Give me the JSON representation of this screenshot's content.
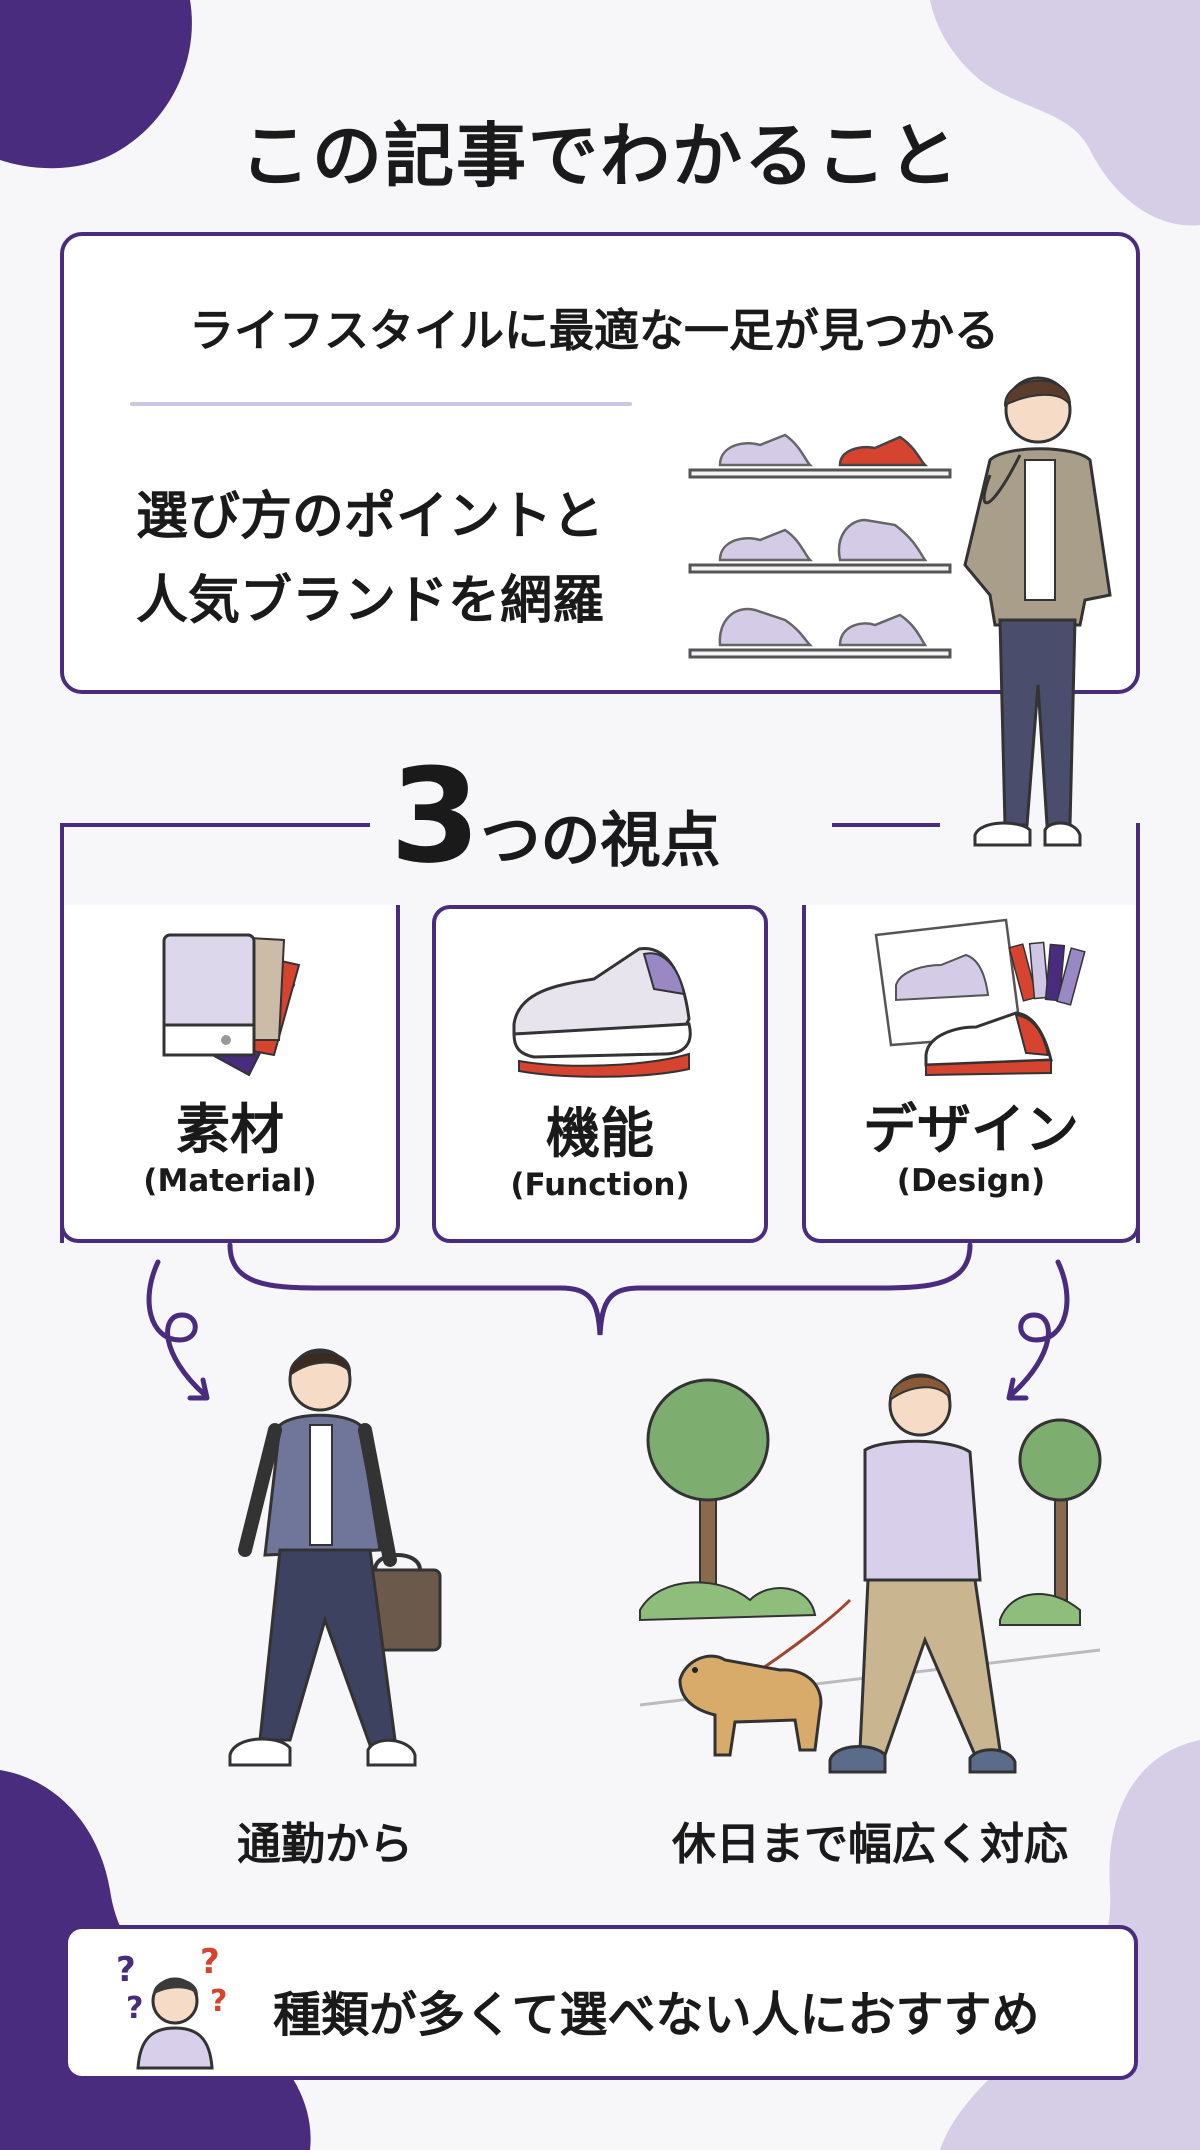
{
  "page": {
    "title": "この記事でわかること"
  },
  "summary": {
    "line1": "ライフスタイルに最適な一足が見つかる",
    "line2a": "選び方のポイントと",
    "line2b": "人気ブランドを網羅"
  },
  "viewpoints": {
    "number": "3",
    "heading": "つの視点",
    "cards": [
      {
        "jp": "素材",
        "en": "(Material)"
      },
      {
        "jp": "機能",
        "en": "(Function)"
      },
      {
        "jp": "デザイン",
        "en": "(Design)"
      }
    ]
  },
  "scenes": {
    "left": "通勤から",
    "right": "休日まで幅広く対応"
  },
  "footer": {
    "text": "種類が多くて選べない人におすすめ"
  },
  "colors": {
    "accent": "#4a2c7e",
    "lavender": "#cfc6e3",
    "red": "#d6432f"
  }
}
